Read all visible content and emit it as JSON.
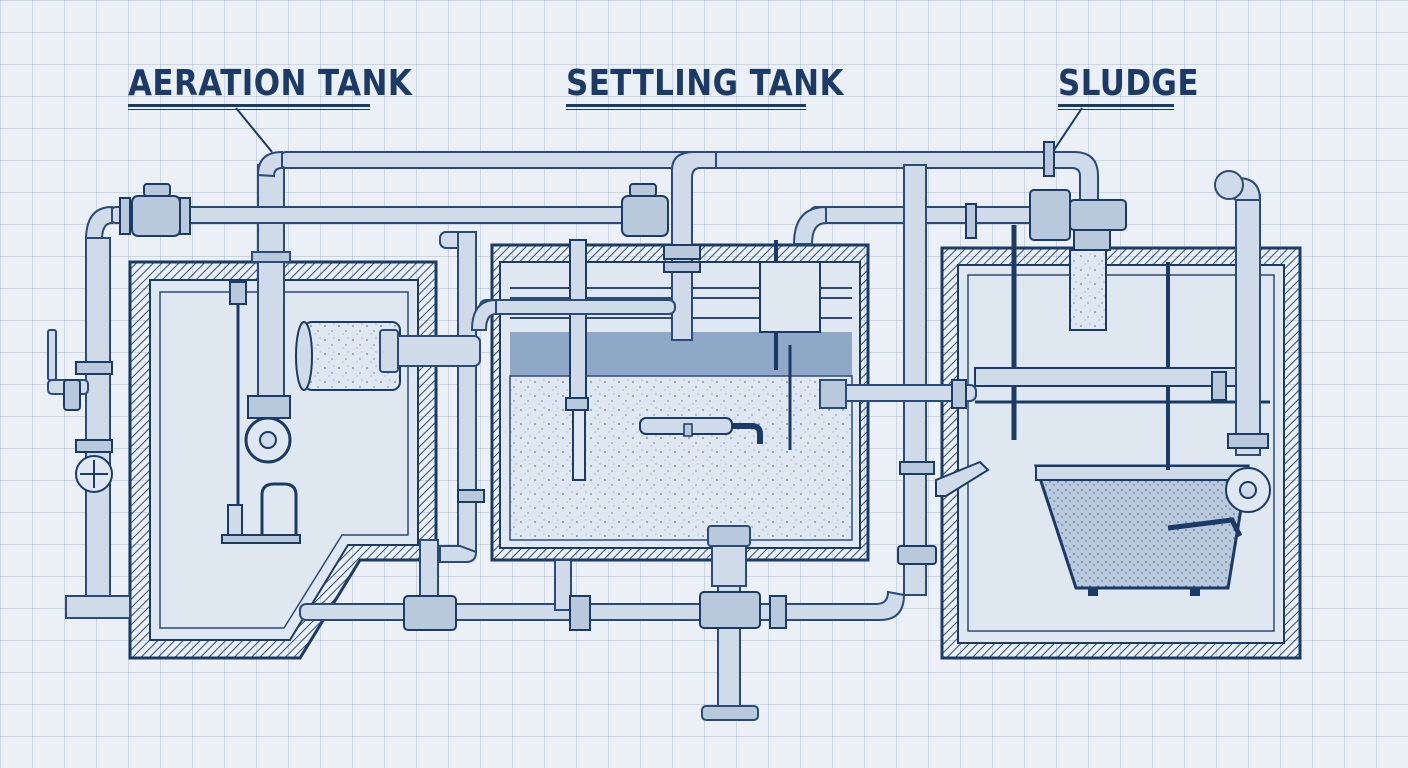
{
  "diagram": {
    "labels": {
      "aeration_tank": "AERATION TANK",
      "settling_tank": "SETTLING TANK",
      "sludge": "SLUDGE"
    },
    "colors": {
      "ink": "#1c3a66",
      "pipe_fill": "#cfdbe8",
      "pipe_stroke": "#2c4a78",
      "water": "#c5d4e6",
      "liquid_band": "#7f9bc0",
      "paper": "#eaf0f5"
    }
  }
}
